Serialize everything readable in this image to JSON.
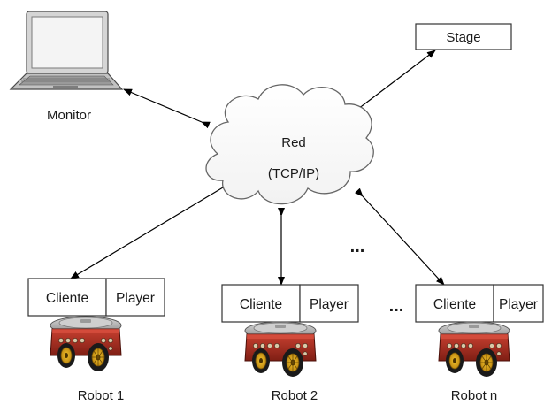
{
  "network": {
    "line1": "Red",
    "line2": "(TCP/IP)"
  },
  "monitor": {
    "label": "Monitor",
    "icon": "laptop-icon"
  },
  "stage": {
    "label": "Stage"
  },
  "robots": [
    {
      "label": "Robot 1",
      "client": "Cliente",
      "player": "Player"
    },
    {
      "label": "Robot 2",
      "client": "Cliente",
      "player": "Player"
    },
    {
      "label": "Robot n",
      "client": "Cliente",
      "player": "Player"
    }
  ],
  "ellipsis": "..."
}
